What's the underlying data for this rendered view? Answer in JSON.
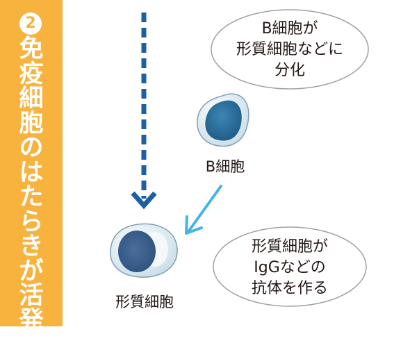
{
  "sidebar": {
    "step_number": "2",
    "title_chars": [
      "免",
      "疫",
      "細",
      "胞",
      "の",
      "は",
      "た",
      "ら",
      "き",
      "が",
      "活",
      "発",
      "に"
    ]
  },
  "bubbles": {
    "top": [
      "B細胞が",
      "形質細胞などに",
      "分化"
    ],
    "bottom": [
      "形質細胞が",
      "IgGなどの",
      "抗体を作る"
    ]
  },
  "cells": {
    "b_cell_label": "B細胞",
    "plasma_cell_label": "形質細胞"
  },
  "colors": {
    "sidebar": "#f7b33e",
    "dashed_arrow": "#1d5fa3",
    "solid_arrow": "#45b4e6",
    "b_cell_fill": "#2e6f9a",
    "plasma_nucleus": "#3b5f8c",
    "bubble_stroke": "#a0a0a0"
  }
}
